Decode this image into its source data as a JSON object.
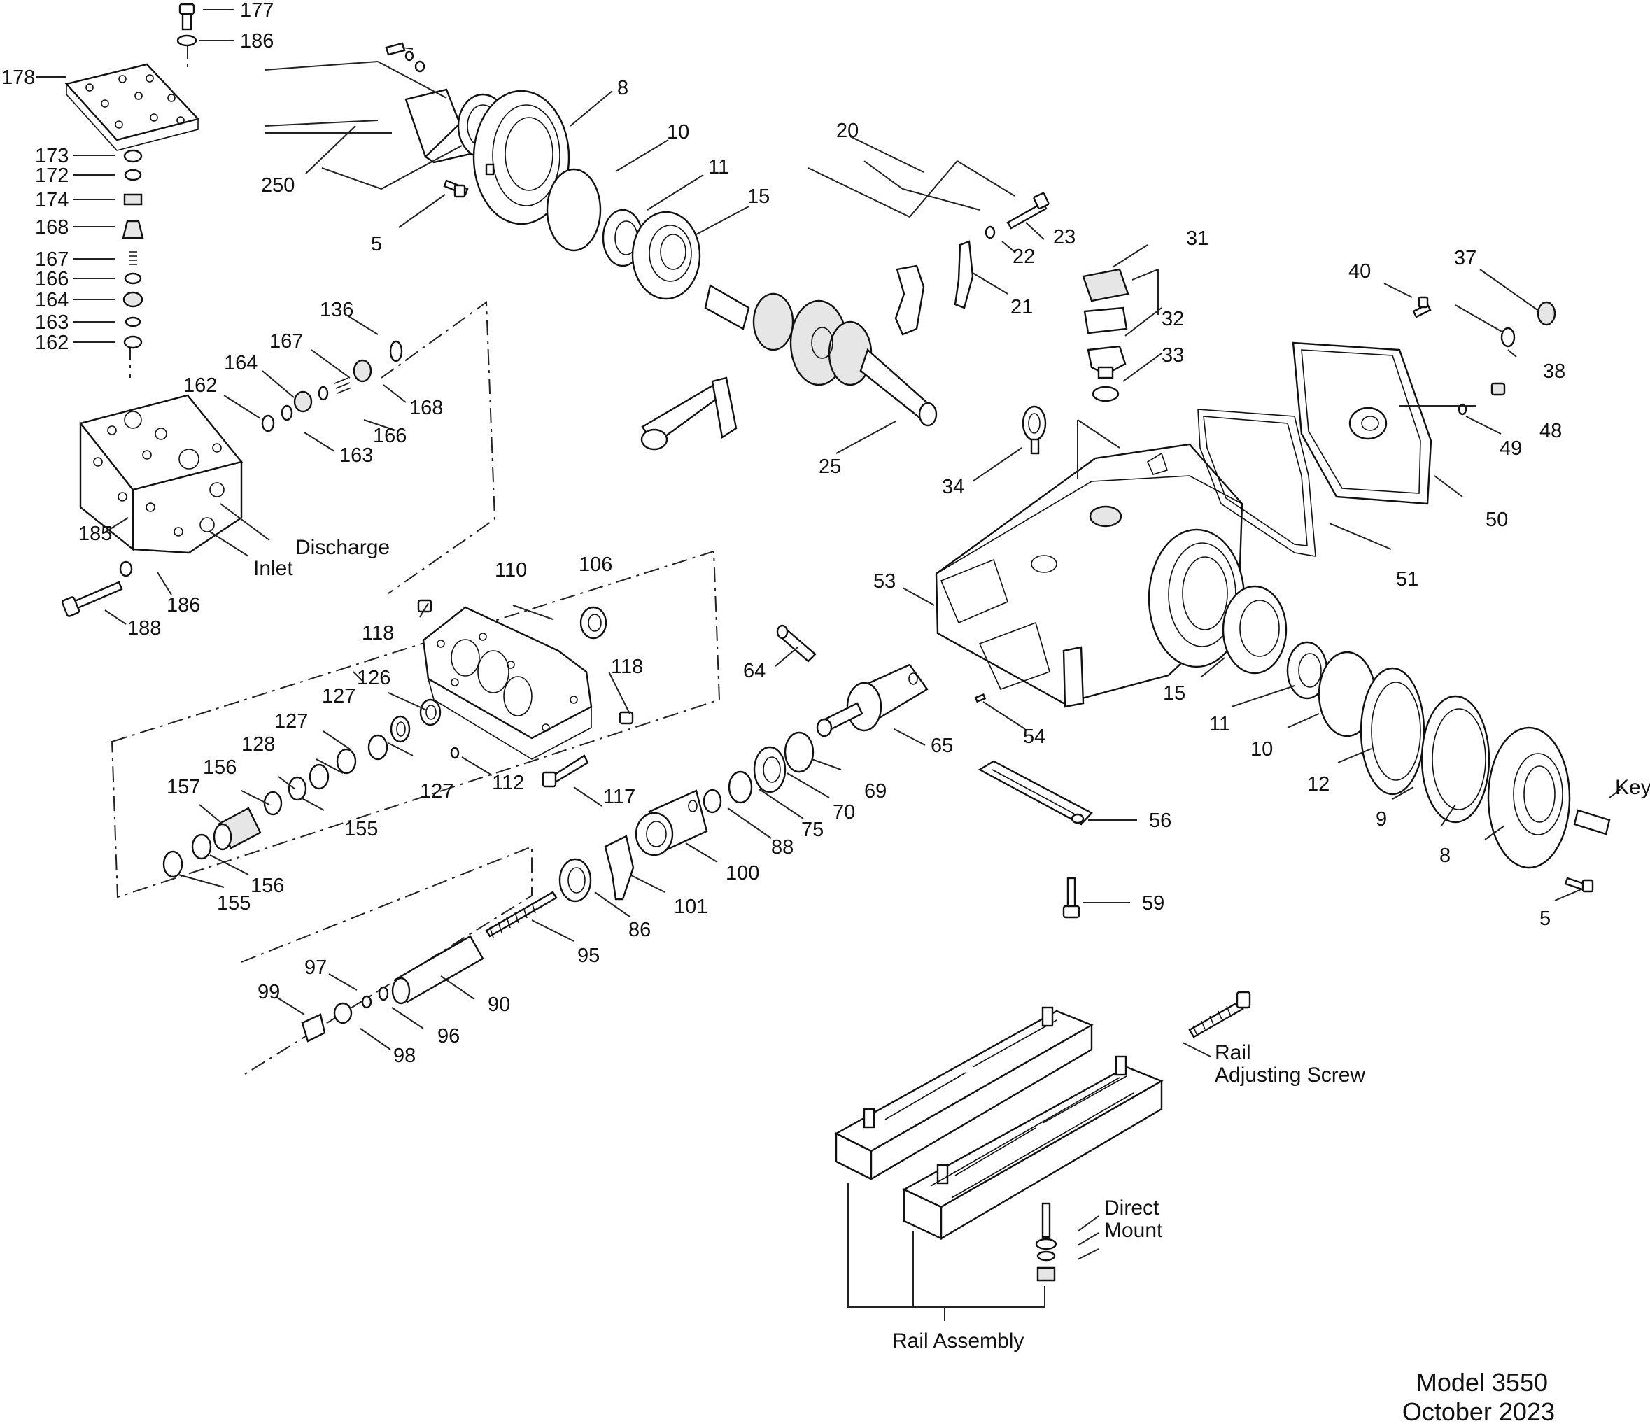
{
  "diagram": {
    "callouts": [
      "177",
      "186",
      "178",
      "173",
      "172",
      "174",
      "168",
      "167",
      "166",
      "164",
      "163",
      "162",
      "185",
      "186",
      "188",
      "136",
      "167",
      "164",
      "162",
      "168",
      "166",
      "163",
      "250",
      "5",
      "8",
      "10",
      "11",
      "15",
      "20",
      "23",
      "22",
      "21",
      "25",
      "31",
      "32",
      "33",
      "34",
      "40",
      "37",
      "38",
      "48",
      "49",
      "50",
      "51",
      "53",
      "15",
      "11",
      "10",
      "12",
      "9",
      "8",
      "5",
      "110",
      "106",
      "118",
      "118",
      "126",
      "127",
      "127",
      "127",
      "128",
      "156",
      "157",
      "155",
      "156",
      "155",
      "112",
      "117",
      "64",
      "65",
      "54",
      "69",
      "70",
      "75",
      "88",
      "100",
      "101",
      "86",
      "95",
      "90",
      "97",
      "96",
      "99",
      "98",
      "56",
      "59"
    ],
    "labels": {
      "discharge": "Discharge",
      "inlet": "Inlet",
      "key": "Key",
      "rail_screw_line1": "Rail",
      "rail_screw_line2": "Adjusting Screw",
      "direct_mount_line1": "Direct",
      "direct_mount_line2": "Mount",
      "rail_assembly": "Rail Assembly"
    }
  },
  "footer": {
    "model": "Model 3550",
    "date": "October 2023"
  }
}
